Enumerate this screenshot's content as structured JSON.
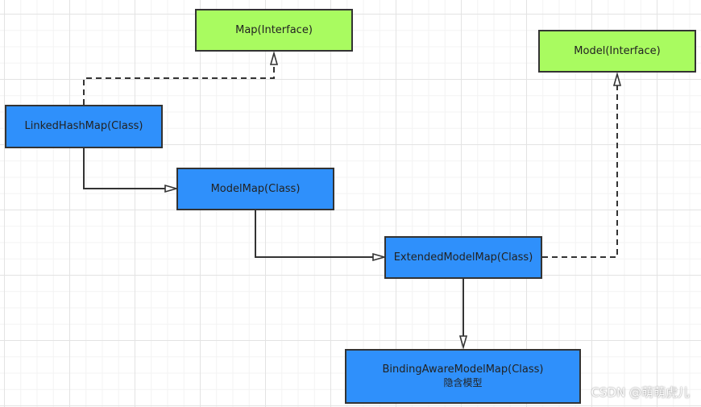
{
  "diagram": {
    "nodes": {
      "map": {
        "label": "Map(Interface)",
        "kind": "interface"
      },
      "model": {
        "label": "Model(Interface)",
        "kind": "interface"
      },
      "linked_hash_map": {
        "label": "LinkedHashMap(Class)",
        "kind": "class"
      },
      "model_map": {
        "label": "ModelMap(Class)",
        "kind": "class"
      },
      "extended_model_map": {
        "label": "ExtendedModelMap(Class)",
        "kind": "class"
      },
      "binding_aware_model_map": {
        "label": "BindingAwareModelMap(Class)",
        "sublabel": "隐含模型",
        "kind": "class"
      }
    },
    "edges": [
      {
        "from": "linked_hash_map",
        "to": "map",
        "style": "dashed",
        "relation": "implements"
      },
      {
        "from": "linked_hash_map",
        "to": "model_map",
        "style": "solid",
        "relation": "inheritance"
      },
      {
        "from": "model_map",
        "to": "extended_model_map",
        "style": "solid",
        "relation": "inheritance"
      },
      {
        "from": "extended_model_map",
        "to": "model",
        "style": "dashed",
        "relation": "implements"
      },
      {
        "from": "extended_model_map",
        "to": "binding_aware_model_map",
        "style": "solid",
        "relation": "inheritance"
      }
    ]
  },
  "colors": {
    "interface_fill": "#a9fb60",
    "class_fill": "#2f90fb",
    "stroke": "#333333",
    "grid": "#e3e3e3"
  },
  "watermark": {
    "text": "CSDN @萌萌虎儿"
  }
}
